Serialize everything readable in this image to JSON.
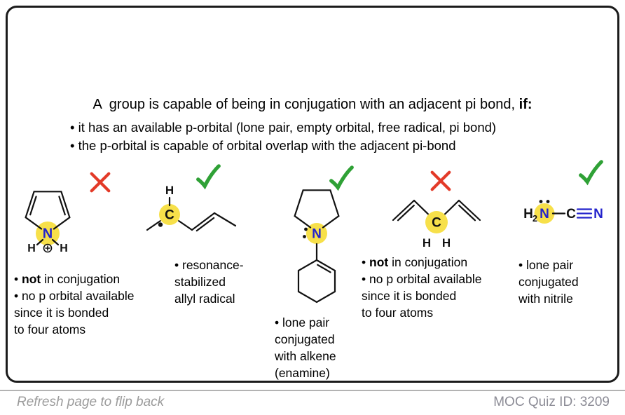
{
  "card": {
    "title": {
      "pre": "A  group is capable of being in conjugation with an adjacent pi bond, ",
      "bold": "if:"
    },
    "bullets": [
      "• it has an available p-orbital (lone pair, empty orbital, free radical, pi bond)",
      "• the p-orbital is capable of orbital overlap with the adjacent pi-bond"
    ]
  },
  "examples": [
    {
      "id": "protonated-pyrrole",
      "verdict": "cross",
      "atoms": {
        "n": "N",
        "h_left": "H",
        "h_right": "H"
      },
      "caption": [
        {
          "pre": "• ",
          "bold": "not",
          "post": " in conjugation"
        },
        {
          "pre": "• no p orbital available"
        },
        {
          "pre": "since it is bonded"
        },
        {
          "pre": "to four atoms"
        }
      ]
    },
    {
      "id": "allyl-radical",
      "verdict": "check",
      "atoms": {
        "h": "H",
        "c": "C"
      },
      "caption": [
        {
          "pre": "• resonance-"
        },
        {
          "pre": "stabilized"
        },
        {
          "pre": "allyl radical"
        }
      ]
    },
    {
      "id": "enamine",
      "verdict": "check",
      "atoms": {
        "n": "N"
      },
      "caption": [
        {
          "pre": "• lone pair"
        },
        {
          "pre": "conjugated"
        },
        {
          "pre": "with alkene"
        },
        {
          "pre": "(enamine)"
        }
      ]
    },
    {
      "id": "pentadiene",
      "verdict": "cross",
      "atoms": {
        "c": "C",
        "h_left": "H",
        "h_right": "H"
      },
      "caption": [
        {
          "pre": "• ",
          "bold": "not",
          "post": " in conjugation"
        },
        {
          "pre": "• no p orbital available"
        },
        {
          "pre": "since it is bonded"
        },
        {
          "pre": "to four atoms"
        }
      ]
    },
    {
      "id": "cyanamide",
      "verdict": "check",
      "atoms": {
        "h": "H",
        "sub": "2",
        "n_amine": "N",
        "c": "C",
        "n_nitrile": "N"
      },
      "caption": [
        {
          "pre": "• lone pair"
        },
        {
          "pre": "conjugated"
        },
        {
          "pre": "with nitrile"
        }
      ]
    }
  ],
  "footer": {
    "left": "Refresh page to flip back",
    "right": "MOC Quiz ID: 3209"
  },
  "colors": {
    "nitrogen_blue": "#2323CC",
    "highlight_yellow": "#F7E04A",
    "check_green": "#2FA136",
    "cross_red": "#E33A28",
    "bond_black": "#111111"
  }
}
